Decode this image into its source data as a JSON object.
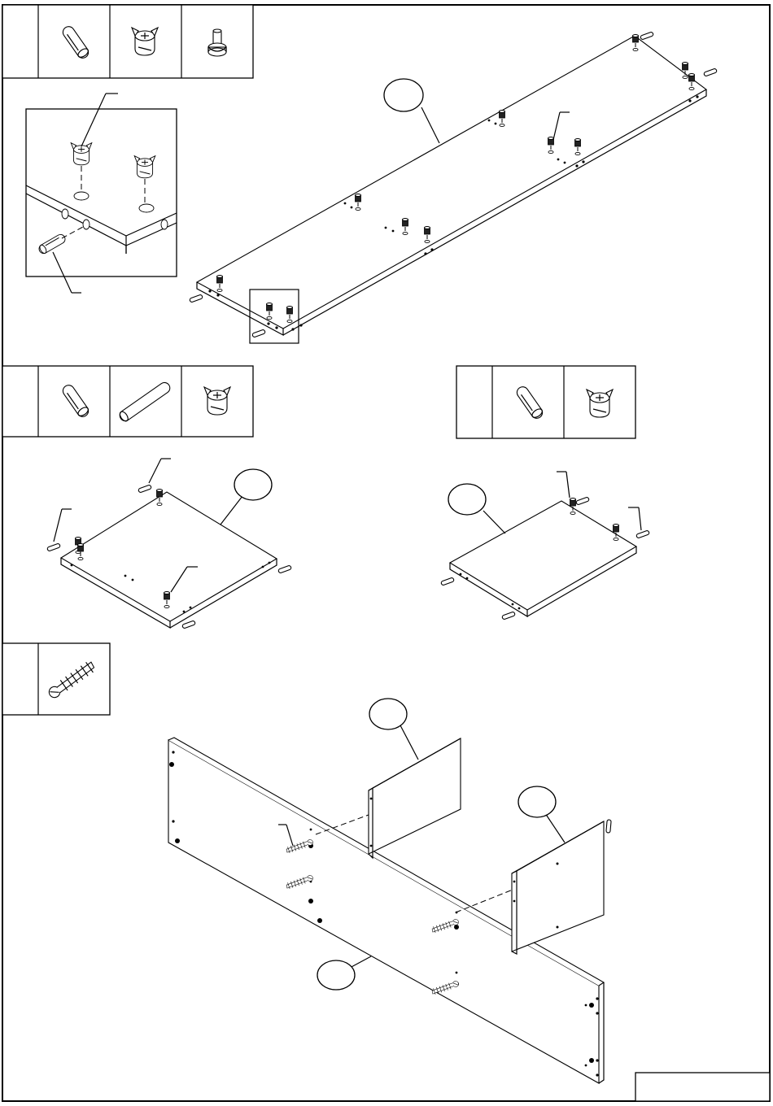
{
  "page": {
    "background": "#ffffff",
    "line_color": "#000000"
  },
  "steps": [
    {
      "name": "step-1-long-panel",
      "fittings": [
        "wooden-dowel-icon",
        "cam-lock-icon",
        "cam-bolt-icon"
      ],
      "has_detail_inset": true
    },
    {
      "name": "step-2-side-panel-left",
      "fittings": [
        "wooden-dowel-icon",
        "long-dowel-icon",
        "cam-lock-icon"
      ]
    },
    {
      "name": "step-3-side-panel-right",
      "fittings": [
        "wooden-dowel-icon",
        "cam-lock-icon"
      ]
    },
    {
      "name": "step-4-assembly",
      "fittings": [
        "connector-screw-icon"
      ]
    }
  ]
}
